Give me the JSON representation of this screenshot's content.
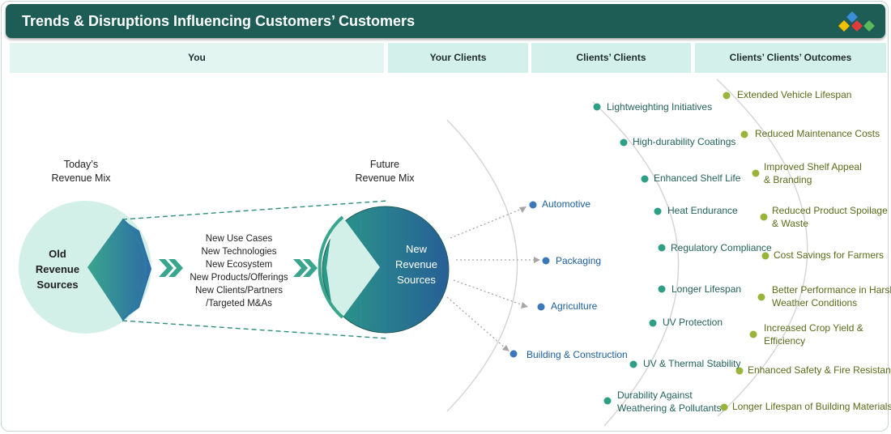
{
  "title": "Trends & Disruptions Influencing Customers’ Customers",
  "columns": [
    "You",
    "Your Clients",
    "Clients’ Clients",
    "Clients’ Clients’ Outcomes"
  ],
  "left": {
    "today_label": [
      "Today’s",
      "Revenue Mix"
    ],
    "old_sources": [
      "Old",
      "Revenue",
      "Sources"
    ],
    "drivers": [
      "New Use Cases",
      "New Technologies",
      "New Ecosystem",
      "New Products/Offerings",
      "New Clients/Partners",
      "/Targeted M&As"
    ],
    "future_label": [
      "Future",
      "Revenue Mix"
    ],
    "new_sources": [
      "New",
      "Revenue",
      "Sources"
    ]
  },
  "your_clients": [
    "Automotive",
    "Packaging",
    "Agriculture",
    "Building & Construction"
  ],
  "clients_clients": [
    "Lightweighting Initiatives",
    "High-durability Coatings",
    "Enhanced Shelf Life",
    "Heat Endurance",
    "Regulatory Compliance",
    "Longer Lifespan",
    "UV Protection",
    "UV & Thermal Stability",
    "Durability Against",
    "Weathering & Pollutants"
  ],
  "outcomes": [
    "Extended Vehicle Lifespan",
    "Reduced Maintenance Costs",
    "Improved Shelf Appeal",
    "& Branding",
    "Reduced Product Spoilage",
    "& Waste",
    "Cost Savings for Farmers",
    "Better Performance in Harsh",
    "Weather Conditions",
    "Increased Crop Yield &",
    "Efficiency",
    "Enhanced Safety & Fire Resistance",
    "Longer Lifespan of Building Materials"
  ],
  "colors": {
    "header": "#1d5d56",
    "column_bg": "#d4f0ea",
    "column_bg_light": "#e2f5f1",
    "teal": "#2e9e85",
    "blue": "#3a78b8",
    "olive": "#98b43a"
  },
  "icons": [
    "brand-diamonds-icon",
    "double-chevron-right-icon"
  ]
}
